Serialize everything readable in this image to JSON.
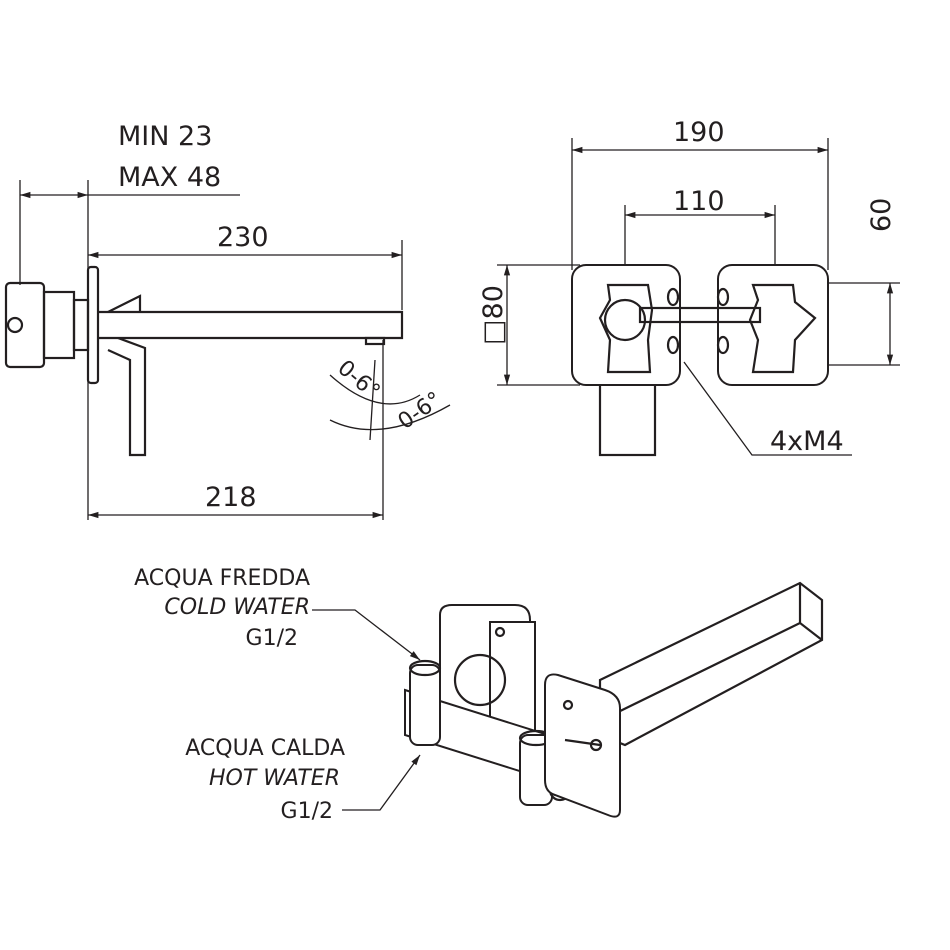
{
  "side_view": {
    "min_label": "MIN  23",
    "max_label": "MAX 48",
    "spout_length": "230",
    "projection": "218",
    "angle_upper": "0-6°",
    "angle_lower": "0-6°"
  },
  "front_view": {
    "overall_width": "190",
    "center_distance": "110",
    "plate_height": "□80",
    "offset": "60",
    "screws": "4xM4"
  },
  "iso_view": {
    "cold": {
      "it": "ACQUA FREDDA",
      "en": "COLD WATER",
      "thread": "G1/2"
    },
    "hot": {
      "it": "ACQUA CALDA",
      "en": "HOT WATER",
      "thread": "G1/2"
    }
  },
  "colors": {
    "ink": "#231f20",
    "background": "#ffffff"
  }
}
